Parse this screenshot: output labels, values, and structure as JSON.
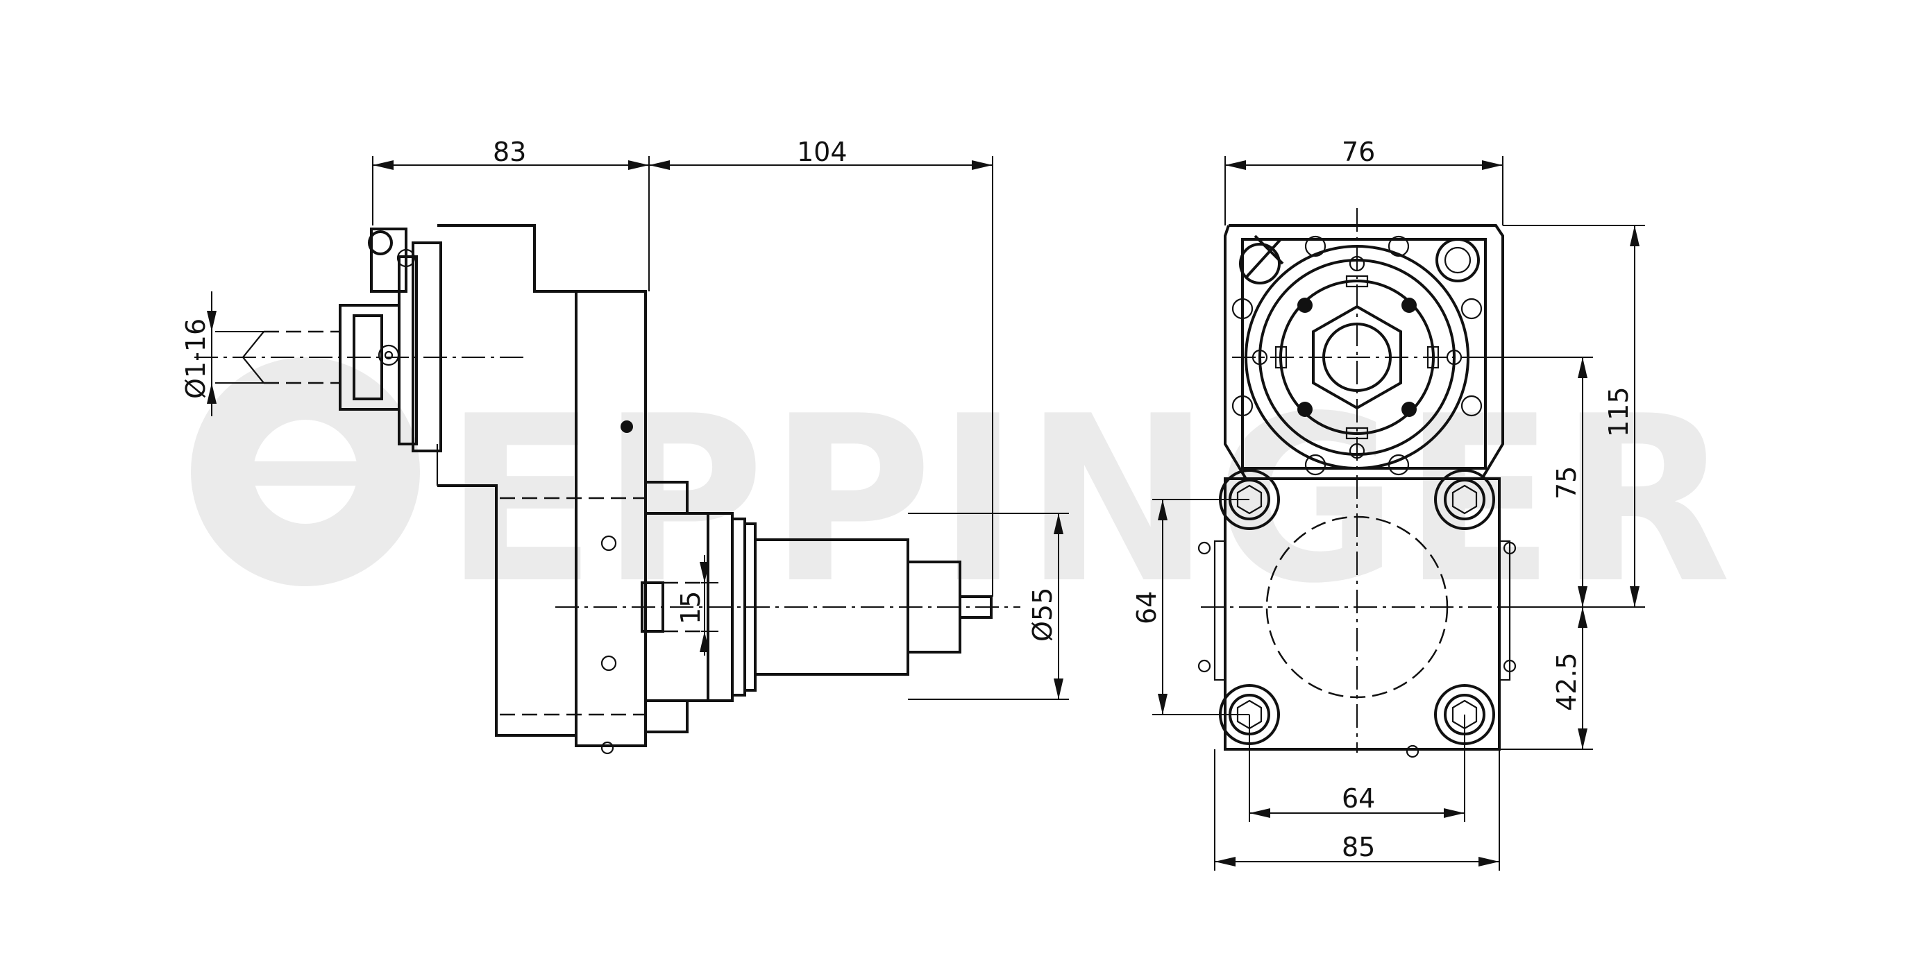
{
  "watermark": {
    "text": "EPPINGER"
  },
  "side_view": {
    "dim_width_top_left": "83",
    "dim_width_top_right": "104",
    "dim_clamp_range": "Ø1-16",
    "dim_shank_offset": "15",
    "dim_shank_diameter": "Ø55"
  },
  "front_view": {
    "dim_width_top": "76",
    "dim_height_total": "115",
    "dim_height_upper": "75",
    "dim_height_lower": "42.5",
    "dim_bolt_vertical": "64",
    "dim_bolt_horizontal": "64",
    "dim_width_base": "85"
  }
}
